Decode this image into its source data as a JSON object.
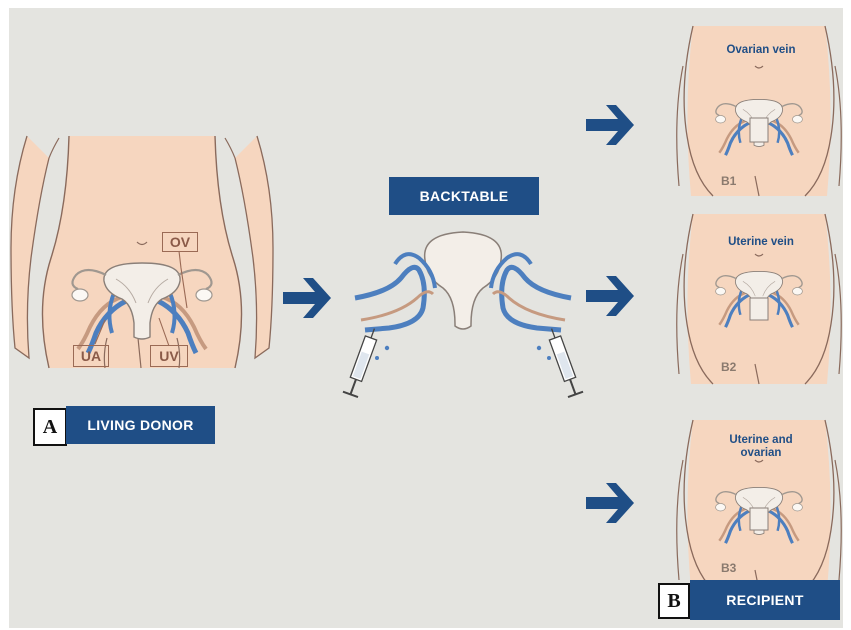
{
  "donor": {
    "label": "LIVING DONOR",
    "panel_letter": "A",
    "tags": {
      "ov": "OV",
      "ua": "UA",
      "uv": "UV"
    }
  },
  "backtable": {
    "label": "BACKTABLE"
  },
  "recipient": {
    "label": "RECIPIENT",
    "panel_letter": "B",
    "panels": [
      {
        "code": "B1",
        "title": "Ovarian vein"
      },
      {
        "code": "B2",
        "title": "Uterine vein"
      },
      {
        "code": "B3",
        "title_line1": "Uterine and",
        "title_line2": "ovarian"
      }
    ]
  },
  "colors": {
    "background": "#e4e4e0",
    "skin": "#f6d6bf",
    "skin_outline": "#8a6a5c",
    "brand_blue": "#1f4e86",
    "vein_blue": "#4d7fbf",
    "artery_tan": "#c69a80",
    "uterus": "#f3eee8"
  },
  "icons": [
    "arrow-right-icon",
    "uterus-icon",
    "syringe-icon"
  ]
}
